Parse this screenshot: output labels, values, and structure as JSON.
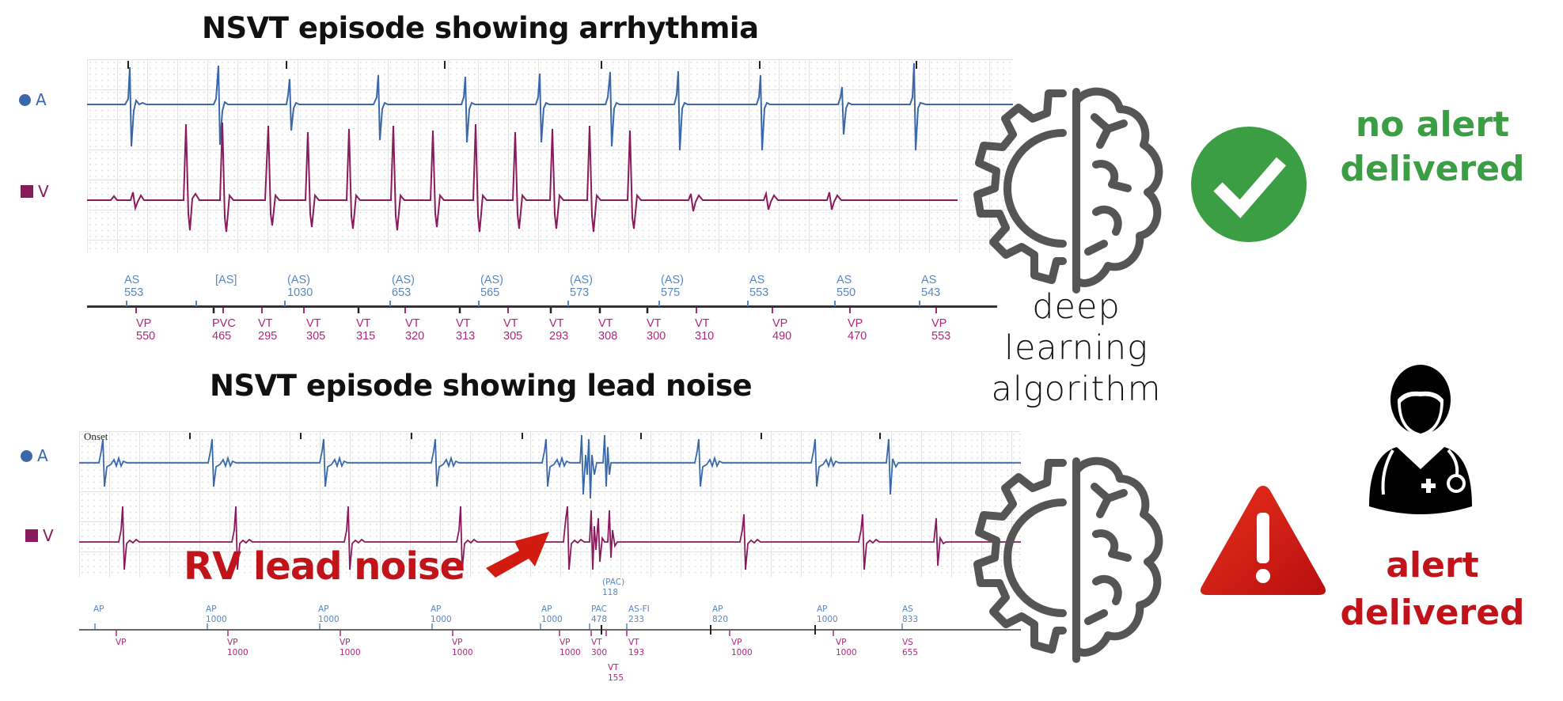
{
  "top_panel": {
    "title": "NSVT episode showing arrhythmia",
    "lead_a_label": "A",
    "lead_v_label": "V",
    "atrial_markers": [
      {
        "label": "AS",
        "value": "553"
      },
      {
        "label": "[AS]",
        "value": ""
      },
      {
        "label": "(AS)",
        "value": "1030"
      },
      {
        "label": "(AS)",
        "value": "653"
      },
      {
        "label": "(AS)",
        "value": "565"
      },
      {
        "label": "(AS)",
        "value": "573"
      },
      {
        "label": "(AS)",
        "value": "575"
      },
      {
        "label": "AS",
        "value": "553"
      },
      {
        "label": "AS",
        "value": "550"
      },
      {
        "label": "AS",
        "value": "543"
      }
    ],
    "ventricular_markers": [
      {
        "label": "VP",
        "value": "550"
      },
      {
        "label": "PVC",
        "value": "465"
      },
      {
        "label": "VT",
        "value": "295"
      },
      {
        "label": "VT",
        "value": "305"
      },
      {
        "label": "VT",
        "value": "315"
      },
      {
        "label": "VT",
        "value": "320"
      },
      {
        "label": "VT",
        "value": "313"
      },
      {
        "label": "VT",
        "value": "305"
      },
      {
        "label": "VT",
        "value": "293"
      },
      {
        "label": "VT",
        "value": "308"
      },
      {
        "label": "VT",
        "value": "300"
      },
      {
        "label": "VT",
        "value": "310"
      },
      {
        "label": "VP",
        "value": "490"
      },
      {
        "label": "VP",
        "value": "470"
      },
      {
        "label": "VP",
        "value": "553"
      }
    ],
    "result_icon": "check-circle-icon",
    "result_text_line1": "no alert",
    "result_text_line2": "delivered",
    "result_color": "#3b9e45"
  },
  "bottom_panel": {
    "title": "NSVT episode showing lead noise",
    "onset_label": "Onset",
    "lead_a_label": "A",
    "lead_v_label": "V",
    "annotation": "RV lead noise",
    "atrial_markers": [
      {
        "label": "AP",
        "value": ""
      },
      {
        "label": "AP",
        "value": "1000"
      },
      {
        "label": "AP",
        "value": "1000"
      },
      {
        "label": "AP",
        "value": "1000"
      },
      {
        "label": "AP",
        "value": "1000"
      },
      {
        "label": "PAC",
        "value": "478"
      },
      {
        "label": "(PAC)",
        "value": "118"
      },
      {
        "label": "AS-FI",
        "value": "233"
      },
      {
        "label": "AP",
        "value": "820"
      },
      {
        "label": "AP",
        "value": "1000"
      },
      {
        "label": "AS",
        "value": "833"
      }
    ],
    "ventricular_markers": [
      {
        "label": "VP",
        "value": ""
      },
      {
        "label": "VP",
        "value": "1000"
      },
      {
        "label": "VP",
        "value": "1000"
      },
      {
        "label": "VP",
        "value": "1000"
      },
      {
        "label": "VP",
        "value": "1000"
      },
      {
        "label": "VT",
        "value": "300"
      },
      {
        "label": "VT",
        "value": "155"
      },
      {
        "label": "VT",
        "value": "193"
      },
      {
        "label": "VP",
        "value": "1000"
      },
      {
        "label": "VP",
        "value": "1000"
      },
      {
        "label": "VS",
        "value": "655"
      }
    ],
    "result_icon": "warning-triangle-icon",
    "result_text_line1": "alert",
    "result_text_line2": "delivered",
    "result_color": "#c0141a",
    "recipient_icon": "doctor-icon"
  },
  "algorithm": {
    "line1": "deep",
    "line2": "learning",
    "line3": "algorithm",
    "icon": "gear-brain-icon"
  },
  "colors": {
    "atrial": "#3a68a8",
    "ventricular": "#8a1a5e",
    "ok": "#3b9e45",
    "alert": "#c0141a",
    "icon_gray": "#555555"
  }
}
